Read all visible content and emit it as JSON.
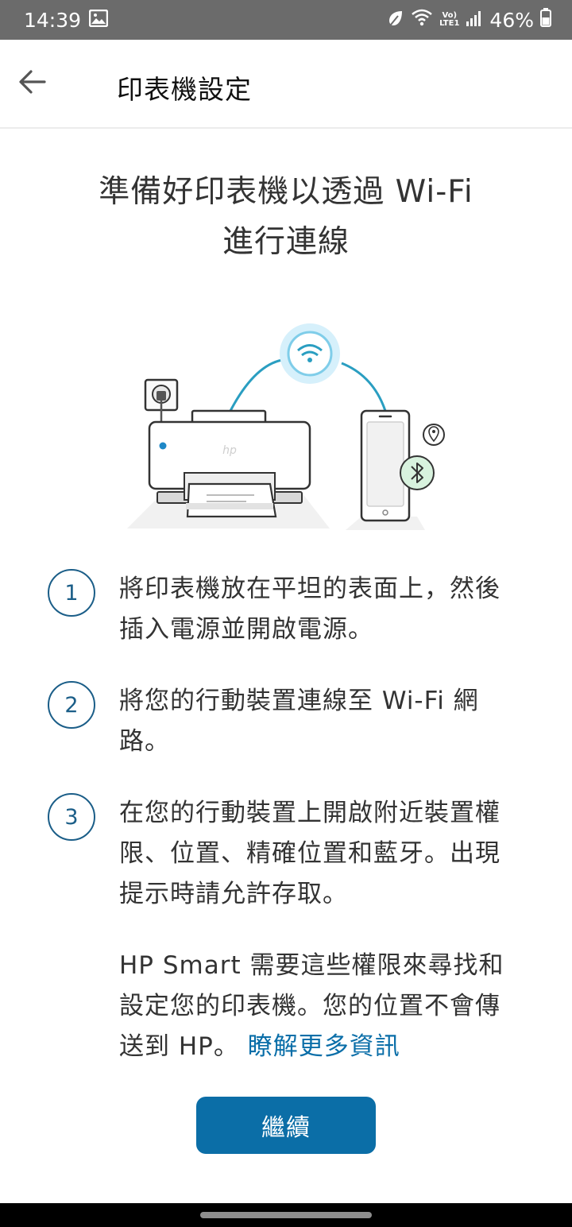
{
  "status_bar": {
    "time": "14:39",
    "battery": "46%",
    "network_top": "Vo)",
    "network_bottom": "LTE1",
    "icons": [
      "image-icon",
      "leaf-icon",
      "wifi-icon",
      "signal-icon",
      "battery-icon"
    ]
  },
  "app_bar": {
    "title": "印表機設定",
    "back_icon": "arrow-left-icon"
  },
  "heading": {
    "line1": "準備好印表機以透過 Wi-Fi",
    "line2": "進行連線"
  },
  "illustration": {
    "printer_logo": "hp",
    "icons": [
      "wifi-icon",
      "location-pin-icon",
      "bluetooth-icon"
    ]
  },
  "steps": [
    {
      "number": "1",
      "text": "將印表機放在平坦的表面上，然後插入電源並開啟電源。"
    },
    {
      "number": "2",
      "text": "將您的行動裝置連線至 Wi-Fi 網路。"
    },
    {
      "number": "3",
      "text": "在您的行動裝置上開啟附近裝置權限、位置、精確位置和藍牙。出現提示時請允許存取。"
    }
  ],
  "note": {
    "text": "HP Smart 需要這些權限來尋找和設定您的印表機。您的位置不會傳送到 HP。",
    "link": "瞭解更多資訊"
  },
  "continue_button": {
    "label": "繼續"
  },
  "colors": {
    "accent": "#0b6ea7",
    "step_circle": "#1b5e88",
    "link": "#0a6ea8",
    "status_bar": "#6b6b6b"
  }
}
